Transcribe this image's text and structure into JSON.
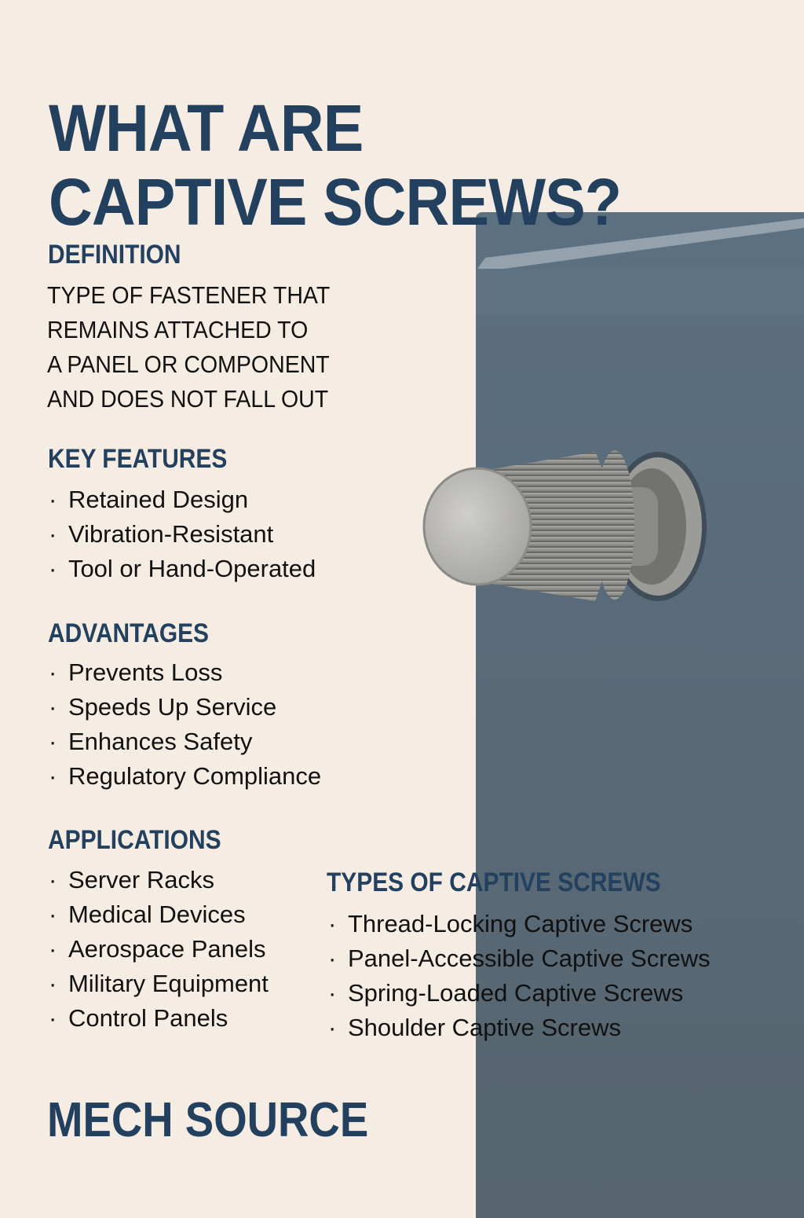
{
  "title": {
    "line1": "WHAT ARE",
    "line2": "CAPTIVE SCREWS?"
  },
  "definition": {
    "heading": "DEFINITION",
    "lines": [
      "TYPE OF FASTENER THAT",
      "REMAINS ATTACHED TO",
      "A PANEL OR COMPONENT",
      "AND DOES NOT FALL OUT"
    ]
  },
  "key_features": {
    "heading": "KEY FEATURES",
    "items": [
      "Retained Design",
      "Vibration-Resistant",
      "Tool or Hand-Operated"
    ]
  },
  "advantages": {
    "heading": "ADVANTAGES",
    "items": [
      "Prevents Loss",
      "Speeds Up Service",
      "Enhances Safety",
      "Regulatory Compliance"
    ]
  },
  "applications": {
    "heading": "APPLICATIONS",
    "items": [
      "Server Racks",
      "Medical Devices",
      "Aerospace Panels",
      "Military Equipment",
      "Control Panels"
    ]
  },
  "types": {
    "heading": "TYPES OF CAPTIVE SCREWS",
    "items": [
      "Thread-Locking Captive Screws",
      "Panel-Accessible Captive Screws",
      "Spring-Loaded Captive Screws",
      "Shoulder Captive Screws"
    ]
  },
  "brand": "MECH SOURCE",
  "colors": {
    "background": "#f5ede3",
    "heading": "#23405e",
    "panel": "#5b6e7c",
    "text": "#111111"
  }
}
